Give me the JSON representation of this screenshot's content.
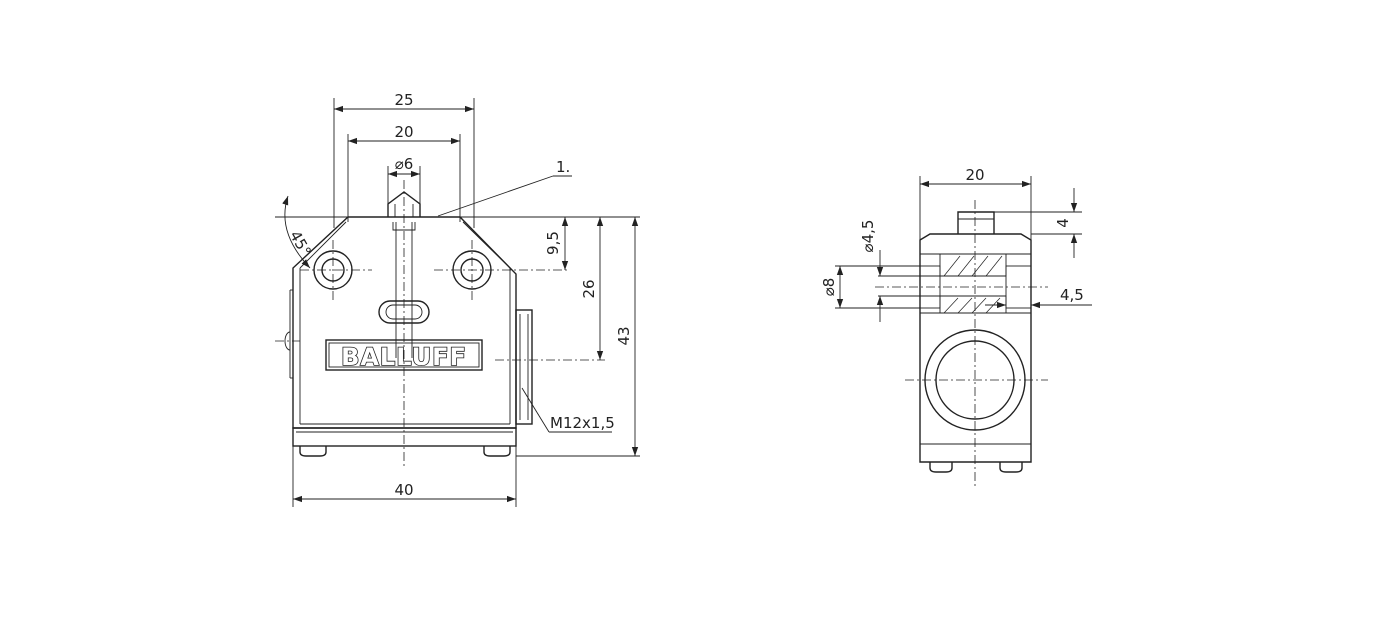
{
  "front_view": {
    "brand": "BALLUFF",
    "dim_width_top": "25",
    "dim_hole_spacing": "20",
    "dim_plunger_diameter": "⌀6",
    "callout": "1.",
    "dim_angle": "45°",
    "dim_hole_height": "9,5",
    "dim_thread_height": "26",
    "dim_total_height": "43",
    "dim_body_width": "40",
    "thread_label": "M12x1,5"
  },
  "side_view": {
    "dim_width": "20",
    "dim_plunger_travel": "4",
    "dim_hole_diameter": "⌀4,5",
    "dim_counterbore_diameter": "⌀8",
    "dim_counterbore_depth": "4,5"
  }
}
